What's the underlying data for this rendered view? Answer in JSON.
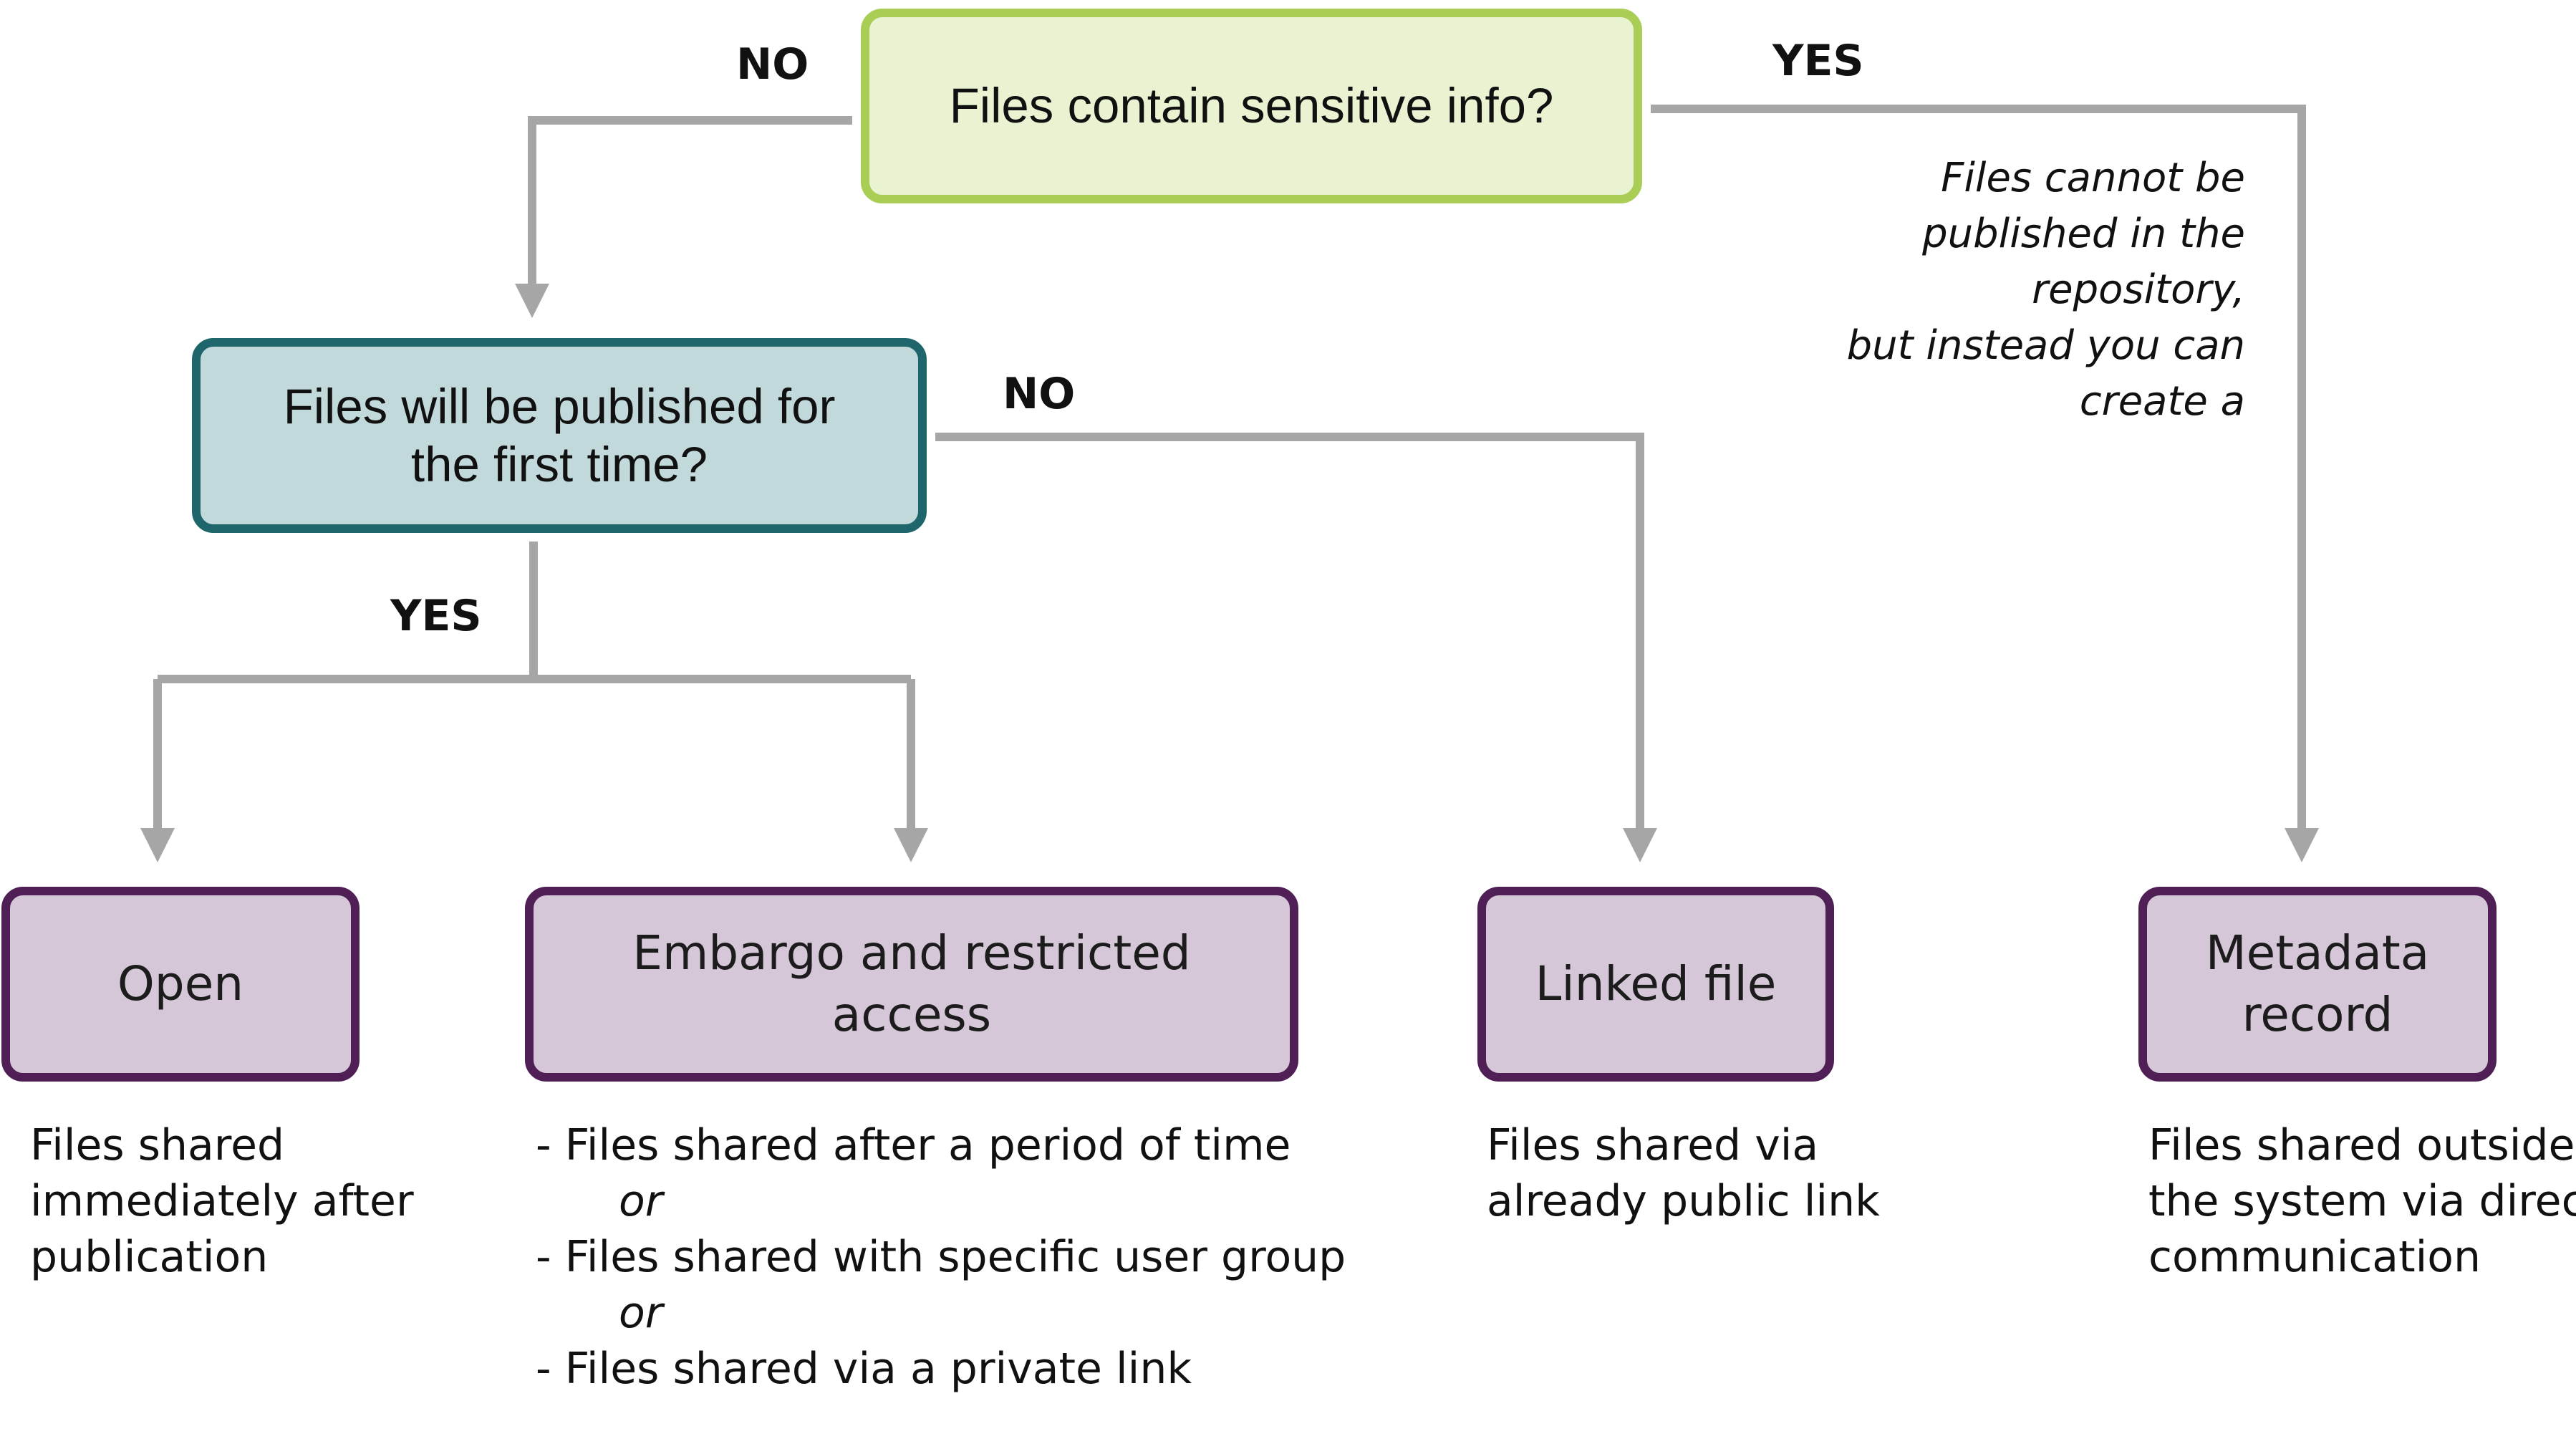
{
  "colors": {
    "connector": "#a6a6a6",
    "q1_fill": "#e9f3d1",
    "q1_border": "#a9cd55",
    "q2_fill": "#c2d9dc",
    "q2_border": "#1e666b",
    "outcome_fill": "#d5c7d8",
    "outcome_border": "#4f1f55"
  },
  "questions": {
    "sensitive": "Files contain sensitive info?",
    "first_time": [
      "Files will be published for",
      "the first time?"
    ]
  },
  "edge_labels": {
    "sensitive_no": "NO",
    "sensitive_yes": "YES",
    "first_time_no": "NO",
    "first_time_yes": "YES"
  },
  "note": [
    "Files cannot be",
    "published in the",
    "repository,",
    "but instead you can",
    "create a"
  ],
  "outcomes": {
    "open": {
      "title": [
        "Open"
      ],
      "description": [
        "Files shared",
        "immediately after",
        "publication"
      ]
    },
    "embargo": {
      "title": [
        "Embargo and restricted",
        "access"
      ],
      "description": [
        "- Files shared after a period of time",
        "or",
        "- Files shared with specific user group",
        "or",
        "- Files shared via a private link"
      ]
    },
    "linked": {
      "title": [
        "Linked file"
      ],
      "description": [
        "Files shared via",
        "already public link"
      ]
    },
    "metadata": {
      "title": [
        "Metadata",
        "record"
      ],
      "description": [
        "Files shared outside",
        "the system via direct",
        "communication"
      ]
    }
  }
}
